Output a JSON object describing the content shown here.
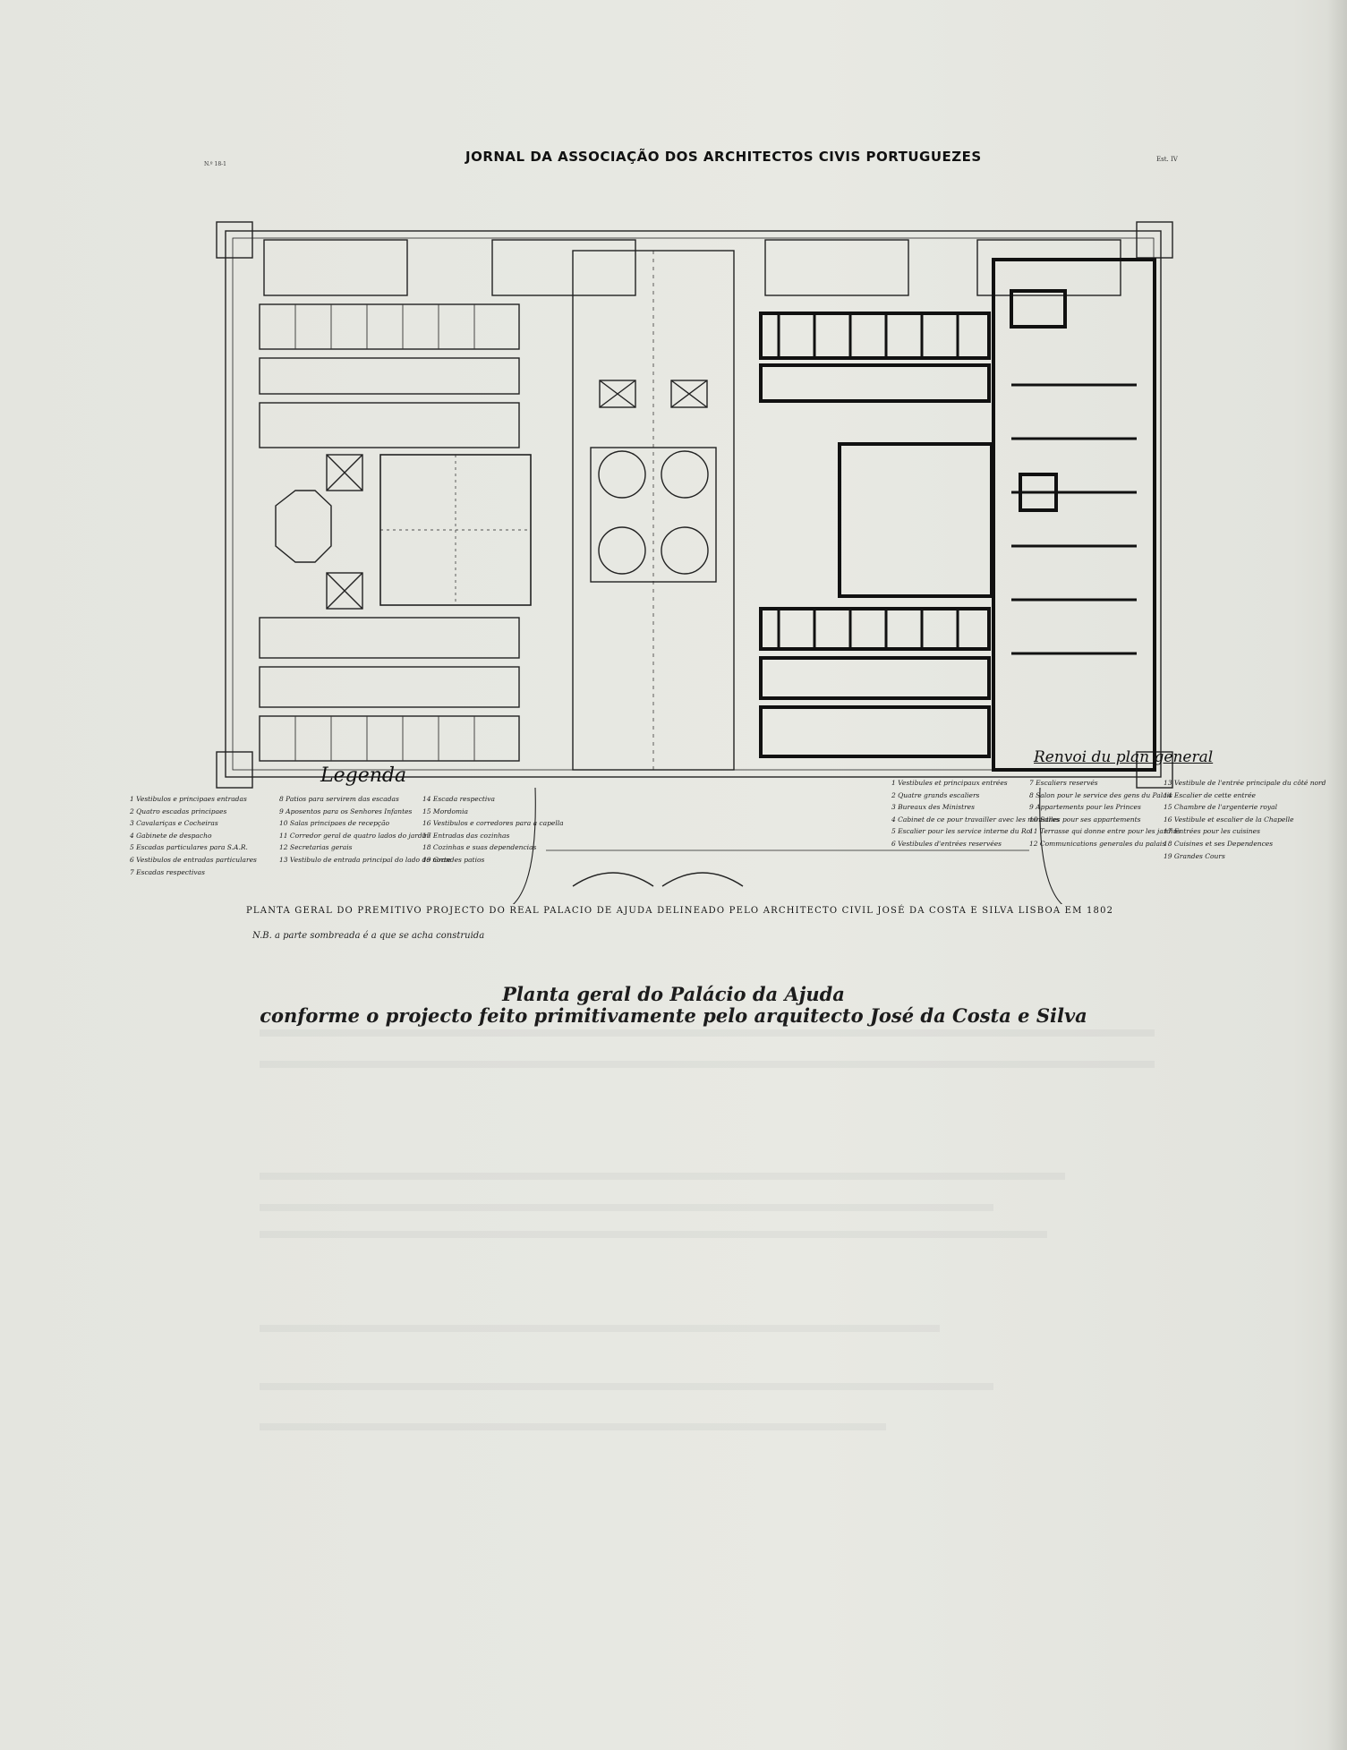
{
  "header": {
    "title": "JORNAL DA ASSOCIAÇÃO DOS ARCHITECTOS CIVIS PORTUGUEZES",
    "left_note": "N.º 18-1",
    "right_note": "Est. IV"
  },
  "plan": {
    "legend_heading": "Legenda",
    "renvoi_heading": "Renvoi du plan general",
    "legend": {
      "col1": [
        "1 Vestibulos e principaes entradas",
        "2 Quatro escadas principaes",
        "3 Cavalariças e Cocheiras",
        "4 Gabinete de despacho",
        "5 Escadas particulares para S.A.R.",
        "6 Vestibulos de entradas particulares",
        "7 Escadas respectivas"
      ],
      "col2": [
        "8 Patios para servirem das escadas",
        "9 Aposentos para os Senhores Infantes",
        "10 Salas principaes de recepção",
        "11 Corredor geral de quatro lados do jardim",
        "12 Secretarias gerais",
        "13 Vestibulo de entrada principal do lado do norte"
      ],
      "col3": [
        "14 Escada respectiva",
        "15 Mordomia",
        "16 Vestibulos e corredores para a capella",
        "17 Entradas das cozinhas",
        "18 Cozinhas e suas dependencias",
        "19 Grandes patios"
      ],
      "col4": [
        "1 Vestibules et principaux entrées",
        "2 Quatre grands escaliers",
        "3 Bureaux des Ministres",
        "4 Cabinet de ce pour travailler avec les ministres",
        "5 Escalier pour les service interne du Roi",
        "6 Vestibules d'entrées reservées"
      ],
      "col5": [
        "7 Escaliers reservés",
        "8 Salon pour le service des gens du Palais",
        "9 Appartements pour les Princes",
        "10 Salles pour ses appartements",
        "11 Terrasse qui donne entre pour les jardins",
        "12 Communications generales du palais"
      ],
      "col6": [
        "13 Vestibule de l'entrée principale du côté nord",
        "14 Escalier de cette entrée",
        "15 Chambre de l'argenterie royal",
        "16 Vestibule et escalier de la Chapelle",
        "17 Entrées pour les cuisines",
        "18 Cuisines et ses Dependences",
        "19 Grandes Cours"
      ]
    },
    "caption": "PLANTA GERAL DO PREMITIVO PROJECTO DO REAL PALACIO DE AJUDA DELINEADO PELO ARCHITECTO CIVIL JOSÉ DA COSTA E SILVA LISBOA EM 1802",
    "note": "N.B. a parte sombreada é a que se acha construida"
  },
  "caption": {
    "line1": "Planta geral do Palácio da Ajuda",
    "line2": "conforme o projecto feito primitivamente pelo arquitecto José da Costa e Silva"
  }
}
